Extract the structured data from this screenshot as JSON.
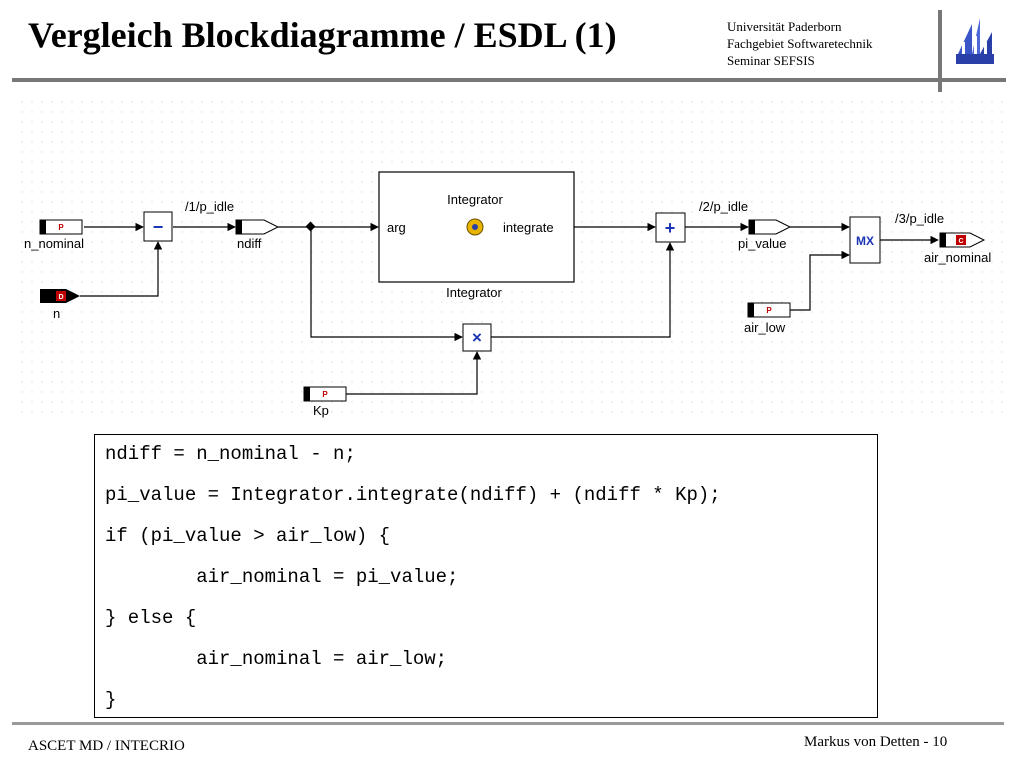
{
  "slide": {
    "title": "Vergleich Blockdiagramme / ESDL (1)",
    "institution": [
      "Universität Paderborn",
      "Fachgebiet Softwaretechnik",
      "Seminar SEFSIS"
    ],
    "footer_left": "ASCET MD / INTECRIO",
    "footer_right": "Markus von Detten - 10",
    "logo_icon": "university-paderborn-logo"
  },
  "diagram": {
    "ports": {
      "n_nominal": "n_nominal",
      "n": "n",
      "ndiff": "ndiff",
      "pi_value": "pi_value",
      "air_low": "air_low",
      "air_nominal": "air_nominal",
      "Kp": "Kp"
    },
    "sequence_labels": [
      "/1/p_idle",
      "/2/p_idle",
      "/3/p_idle"
    ],
    "integrator": {
      "title": "Integrator",
      "input": "arg",
      "output": "integrate",
      "caption": "Integrator"
    },
    "operators": {
      "minus": "−",
      "plus": "+",
      "times": "×",
      "mux": "MX"
    },
    "port_markers": {
      "parameter": "P",
      "input": "D",
      "output": "C"
    }
  },
  "code": {
    "lines": [
      "ndiff = n_nominal - n;",
      "pi_value = Integrator.integrate(ndiff) + (ndiff * Kp);",
      "if (pi_value > air_low) {",
      "        air_nominal = pi_value;",
      "} else {",
      "        air_nominal = air_low;",
      "}"
    ]
  }
}
